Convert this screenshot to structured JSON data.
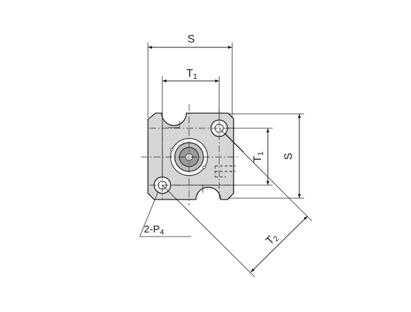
{
  "diagram": {
    "labels": {
      "s_top": "S",
      "t1_top": "T1",
      "t1_side": "T1",
      "s_side": "S",
      "t2": "T2",
      "p4": "2-P4"
    },
    "colors": {
      "line": "#1a1a1a",
      "plate_fill": "#d6d6d6",
      "boss_fill": "#bdbdbd",
      "rod_fill": "#9a9a9a",
      "background": "#ffffff"
    }
  }
}
